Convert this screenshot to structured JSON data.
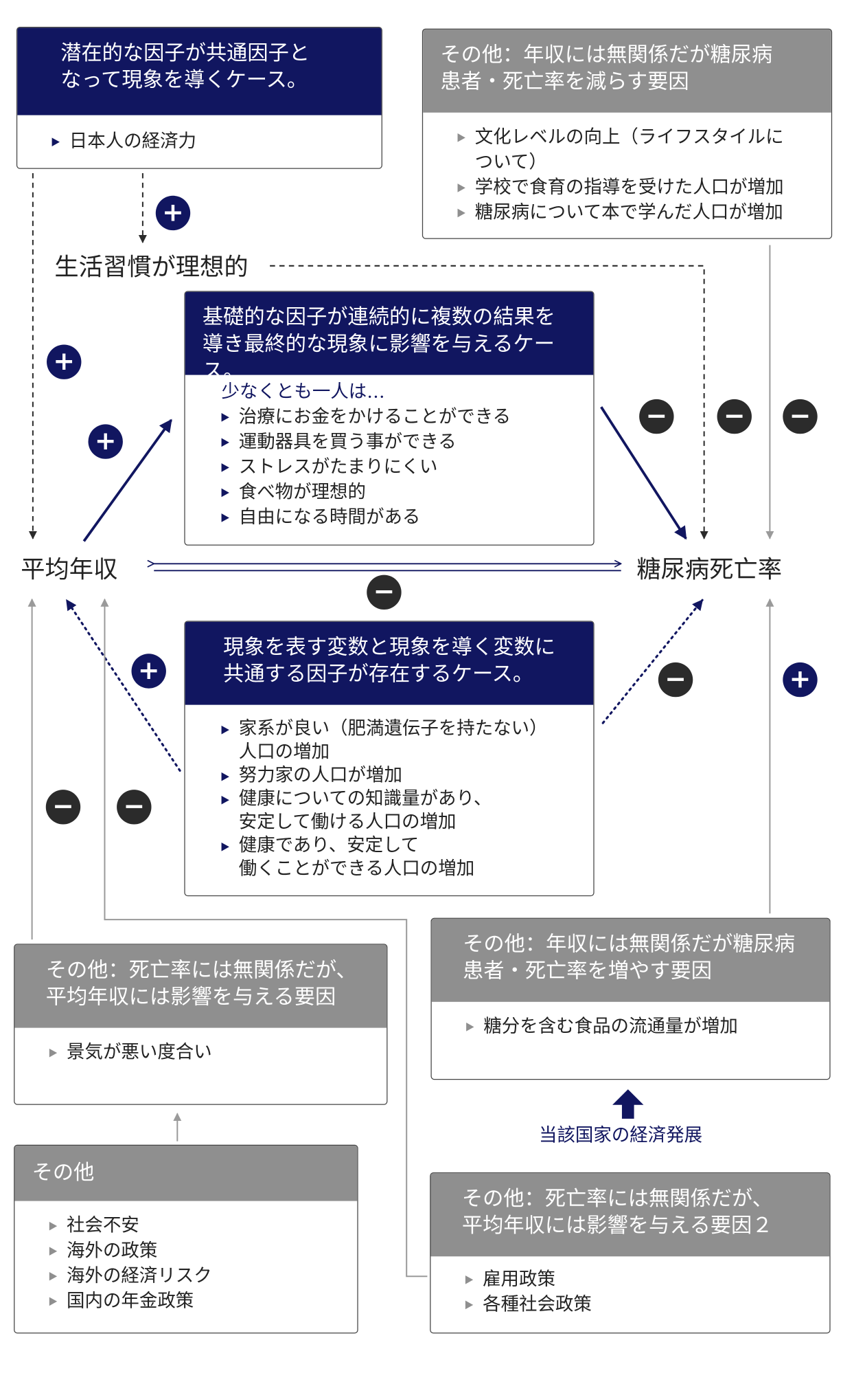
{
  "colors": {
    "navy": "#111660",
    "gray_header": "#8f8f8f",
    "minus_badge": "#2b2b2b",
    "line_gray": "#9a9a9a"
  },
  "top_left_box": {
    "title_lines": [
      "潜在的な因子が共通因子と",
      "なって現象を導くケース。"
    ],
    "items": [
      "日本人の経済力"
    ]
  },
  "top_right_box": {
    "title_lines": [
      "その他：年収には無関係だが糖尿病",
      "患者・死亡率を減らす要因"
    ],
    "items": [
      [
        "文化レベルの向上（ライフスタイルに",
        "ついて）"
      ],
      [
        "学校で食育の指導を受けた人口が増加"
      ],
      [
        "糖尿病について本で学んだ人口が増加"
      ]
    ]
  },
  "lifestyle_label": "生活習慣が理想的",
  "center_top_box": {
    "title_lines": [
      "基礎的な因子が連続的に複数の結果を",
      "導き最終的な現象に影響を与えるケース。"
    ],
    "subhead": "少なくとも一人は…",
    "items": [
      "治療にお金をかけることができる",
      "運動器具を買う事ができる",
      "ストレスがたまりにくい",
      "食べ物が理想的",
      "自由になる時間がある"
    ]
  },
  "node_income": "平均年収",
  "node_mortality": "糖尿病死亡率",
  "center_bottom_box": {
    "title_lines": [
      "現象を表す変数と現象を導く変数に",
      "共通する因子が存在するケース。"
    ],
    "items": [
      [
        "家系が良い（肥満遺伝子を持たない）",
        "人口の増加"
      ],
      [
        "努力家の人口が増加"
      ],
      [
        "健康についての知識量があり、",
        "安定して働ける人口の増加"
      ],
      [
        "健康であり、安定して",
        "働くことができる人口の増加"
      ]
    ]
  },
  "left_mid_box": {
    "title_lines": [
      "その他：死亡率には無関係だが、",
      "平均年収には影響を与える要因"
    ],
    "items": [
      "景気が悪い度合い"
    ]
  },
  "right_mid_box": {
    "title_lines": [
      "その他：年収には無関係だが糖尿病",
      "患者・死亡率を増やす要因"
    ],
    "items": [
      "糖分を含む食品の流通量が増加"
    ]
  },
  "economic_label": "当該国家の経済発展",
  "bottom_left_box": {
    "title_lines": [
      "その他"
    ],
    "items": [
      "社会不安",
      "海外の政策",
      "海外の経済リスク",
      "国内の年金政策"
    ]
  },
  "bottom_right_box": {
    "title_lines": [
      "その他：死亡率には無関係だが、",
      "平均年収には影響を与える要因２"
    ],
    "items": [
      "雇用政策",
      "各種社会政策"
    ]
  },
  "badges": {
    "plus": "+",
    "minus": "−"
  }
}
